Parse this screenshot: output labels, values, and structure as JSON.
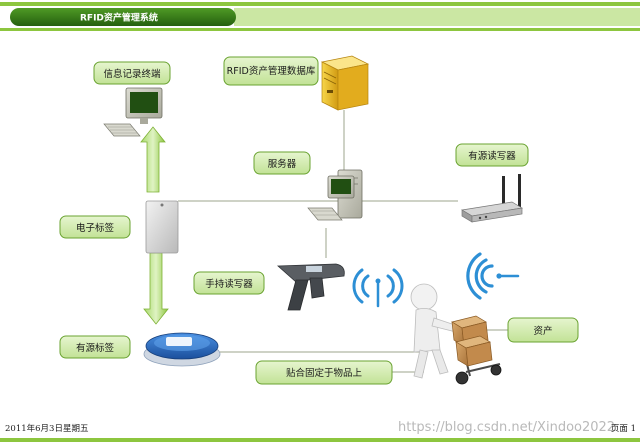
{
  "slide": {
    "title": "RFID资产管理系统",
    "footer_date": "2011年6月3日星期五",
    "footer_page": "页面 1",
    "watermark": "https://blog.csdn.net/Xindoo2022"
  },
  "nodes": {
    "terminal": "信息记录终端",
    "database": "RFID资产管理数据库",
    "server": "服务器",
    "active_reader": "有源读写器",
    "e_tag": "电子标签",
    "handheld": "手持读写器",
    "active_tag": "有源标签",
    "asset": "资产",
    "attach": "贴合固定于物品上"
  },
  "colors": {
    "accent_green": "#8dc63f",
    "dark_green": "#2e6d14",
    "label_fill": "#d3ecb0",
    "signal_blue": "#2d8fd5"
  }
}
